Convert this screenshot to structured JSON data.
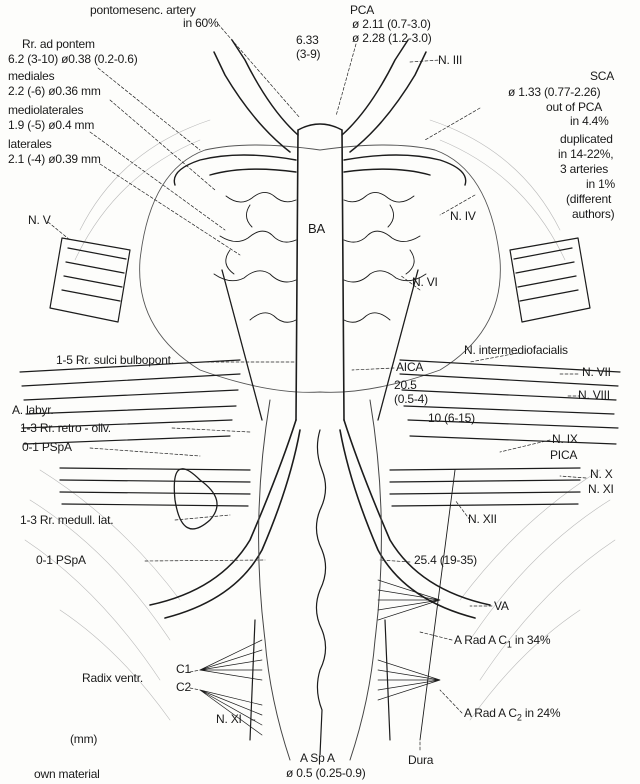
{
  "labels": {
    "pontomes_1": "pontomesenc. artery",
    "pontomes_2": "in 60%",
    "pca": "PCA",
    "pca_d1": "ø 2.11 (0.7-3.0)",
    "pca_d2": "ø 2.28 (1.2-3.0)",
    "len1": "6.33",
    "len2": "(3-9)",
    "n3": "N. III",
    "rr_pontem": "Rr. ad pontem",
    "rr_pontem_val": "6.2 (3-10) ø0.38 (0.2-0.6)",
    "mediales": "mediales",
    "mediales_val": "2.2 (-6) ø0.36 mm",
    "mediolat": "mediolaterales",
    "mediolat_val": "1.9 (-5) ø0.4 mm",
    "laterales": "laterales",
    "laterales_val": "2.1 (-4) ø0.39 mm",
    "sca": "SCA",
    "sca_d": "ø 1.33 (0.77-2.26)",
    "sca_o1": "out of PCA",
    "sca_o2": "in 4.4%",
    "dup1": "duplicated",
    "dup2": "in 14-22%,",
    "dup3": "3 arteries",
    "dup4": "in 1%",
    "dup5": "(different",
    "dup6": "authors)",
    "n5": "N. V",
    "ba": "BA",
    "n4": "N. IV",
    "n6": "N. VI",
    "sulci": "1-5 Rr. sulci bulbopont.",
    "aica": "AICA",
    "intermed": "N. intermediofacialis",
    "n7": "N. VII",
    "n8": "N. VIII",
    "v205": "20.5",
    "v205r": "(0.5-4)",
    "labyr": "A. labyr.",
    "retro": "1-3 Rr. retro - oliv.",
    "pspa1": "0-1 PSpA",
    "v10": "10 (6-15)",
    "n9": "N. IX",
    "pica": "PICA",
    "n10": "N. X",
    "n11r": "N. XI",
    "medull": "1-3 Rr. medull. lat.",
    "n12": "N. XII",
    "pspa2": "0-1 PSpA",
    "v254": "25.4 (19-35)",
    "va": "VA",
    "radc1_a": "A Rad A C",
    "radc1_b": " in 34%",
    "radc2_a": "A Rad A C",
    "radc2_b": " in 24%",
    "sub1": "1",
    "sub2": "2",
    "radix": "Radix ventr.",
    "c1": "C1",
    "c2": "C2",
    "n11l": "N. XI",
    "mm": "(mm)",
    "aspa": "A Sp A",
    "aspa_d": "ø 0.5 (0.25-0.9)",
    "dura": "Dura",
    "own": "own material"
  }
}
